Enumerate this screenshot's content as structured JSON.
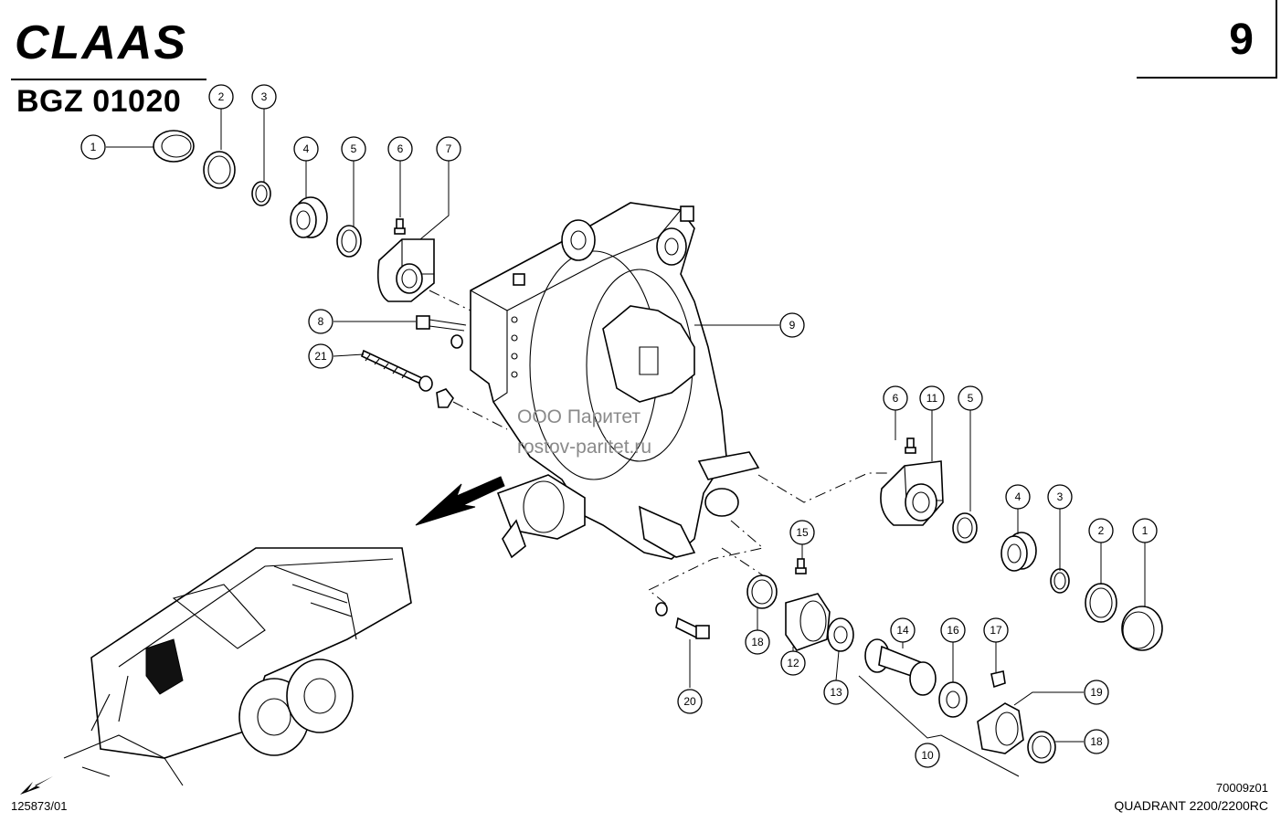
{
  "header": {
    "brand": "CLAAS",
    "page_number": "9",
    "drawing_code": "BGZ 01020"
  },
  "footer": {
    "left_ref": "125873/01",
    "right_ref": "70009z01",
    "model": "QUADRANT 2200/2200RC"
  },
  "watermark": {
    "line1": "ООО Паритет",
    "line2": "rostov-paritet.ru"
  },
  "callouts": [
    {
      "id": "c1a",
      "label": "1"
    },
    {
      "id": "c2a",
      "label": "2"
    },
    {
      "id": "c3a",
      "label": "3"
    },
    {
      "id": "c4a",
      "label": "4"
    },
    {
      "id": "c5a",
      "label": "5"
    },
    {
      "id": "c6a",
      "label": "6"
    },
    {
      "id": "c7",
      "label": "7"
    },
    {
      "id": "c8",
      "label": "8"
    },
    {
      "id": "c21",
      "label": "21"
    },
    {
      "id": "c9",
      "label": "9"
    },
    {
      "id": "c6b",
      "label": "6"
    },
    {
      "id": "c11",
      "label": "11"
    },
    {
      "id": "c5b",
      "label": "5"
    },
    {
      "id": "c4b",
      "label": "4"
    },
    {
      "id": "c3b",
      "label": "3"
    },
    {
      "id": "c2b",
      "label": "2"
    },
    {
      "id": "c1b",
      "label": "1"
    },
    {
      "id": "c15",
      "label": "15"
    },
    {
      "id": "c18a",
      "label": "18"
    },
    {
      "id": "c12",
      "label": "12"
    },
    {
      "id": "c13",
      "label": "13"
    },
    {
      "id": "c14",
      "label": "14"
    },
    {
      "id": "c16",
      "label": "16"
    },
    {
      "id": "c17",
      "label": "17"
    },
    {
      "id": "c19",
      "label": "19"
    },
    {
      "id": "c18b",
      "label": "18"
    },
    {
      "id": "c10",
      "label": "10"
    },
    {
      "id": "c20",
      "label": "20"
    }
  ]
}
